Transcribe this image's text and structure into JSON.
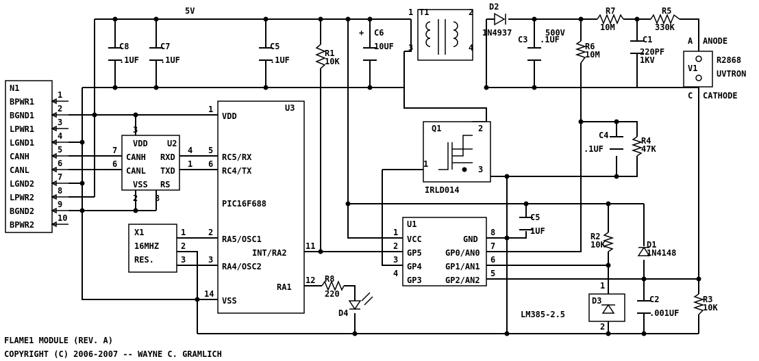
{
  "rails": {
    "supply": "5V"
  },
  "connector": {
    "ref": "N1",
    "pins": [
      {
        "num": "1",
        "name": "BPWR1"
      },
      {
        "num": "2",
        "name": "BGND1"
      },
      {
        "num": "3",
        "name": "LPWR1"
      },
      {
        "num": "4",
        "name": "LGND1"
      },
      {
        "num": "5",
        "name": "CANH"
      },
      {
        "num": "6",
        "name": "CANL"
      },
      {
        "num": "7",
        "name": "LGND2"
      },
      {
        "num": "8",
        "name": "LPWR2"
      },
      {
        "num": "9",
        "name": "BGND2"
      },
      {
        "num": "10",
        "name": "BPWR2"
      }
    ]
  },
  "caps": {
    "c8": {
      "ref": "C8",
      "value": ".1UF"
    },
    "c7": {
      "ref": "C7",
      "value": ".1UF"
    },
    "c5a": {
      "ref": "C5",
      "value": ".1UF"
    },
    "c6": {
      "ref": "C6",
      "value": "10UF",
      "polarity": "+"
    },
    "c3": {
      "ref": "C3",
      "value": ".1UF",
      "voltage": "500V"
    },
    "c1": {
      "ref": "C1",
      "value": "220PF",
      "voltage": "1KV"
    },
    "c4": {
      "ref": "C4",
      "value": ".1UF"
    },
    "c5b": {
      "ref": "C5",
      "value": "1UF"
    },
    "c2": {
      "ref": "C2",
      "value": ".001UF"
    }
  },
  "resistors": {
    "r1": {
      "ref": "R1",
      "value": "10K"
    },
    "r7": {
      "ref": "R7",
      "value": "10M"
    },
    "r5": {
      "ref": "R5",
      "value": "330K"
    },
    "r6": {
      "ref": "R6",
      "value": "10M"
    },
    "r4": {
      "ref": "R4",
      "value": "47K"
    },
    "r2": {
      "ref": "R2",
      "value": "10K"
    },
    "r3": {
      "ref": "R3",
      "value": "10K"
    },
    "r8": {
      "ref": "R8",
      "value": "220"
    }
  },
  "transformer": {
    "ref": "T1",
    "pins": [
      "1",
      "2",
      "3",
      "4"
    ]
  },
  "diodes": {
    "d2": {
      "ref": "D2",
      "part": "1N4937"
    },
    "d1": {
      "ref": "D1",
      "part": "1N4148"
    },
    "d4": {
      "ref": "D4"
    },
    "d3": {
      "ref": "D3",
      "part": "LM385-2.5",
      "pins": [
        "1",
        "2"
      ]
    }
  },
  "tube": {
    "ref": "V1",
    "part": "R2868",
    "type": "UVTRON",
    "anode_letter": "A",
    "anode": "ANODE",
    "cathode_letter": "C",
    "cathode": "CATHODE"
  },
  "mosfet": {
    "ref": "Q1",
    "part": "IRLD014",
    "pins": [
      "1",
      "2",
      "3"
    ]
  },
  "u2": {
    "ref": "U2",
    "vdd": "VDD",
    "vss": "VSS",
    "rs": "RS",
    "canh": "CANH",
    "canl": "CANL",
    "rxd": "RXD",
    "txd": "TXD",
    "pin_vdd": "3",
    "pin_canh": "7",
    "pin_canl": "6",
    "pin_rxd": "4",
    "pin_txd": "1",
    "pin_vss": "2",
    "pin_rs": "8"
  },
  "u3": {
    "ref": "U3",
    "part": "PIC16F688",
    "vdd": "VDD",
    "rx": "RC5/RX",
    "tx": "RC4/TX",
    "osc1": "RA5/OSC1",
    "int": "INT/RA2",
    "osc2": "RA4/OSC2",
    "ra1": "RA1",
    "vss": "VSS",
    "pin_vdd": "1",
    "pin_rx": "5",
    "pin_tx": "6",
    "pin_osc1": "2",
    "pin_int": "11",
    "pin_osc2": "3",
    "pin_ra1": "12",
    "pin_vss": "14"
  },
  "x1": {
    "ref": "X1",
    "freq": "16MHZ",
    "type": "RES.",
    "pins": [
      "1",
      "2",
      "3"
    ]
  },
  "u1": {
    "ref": "U1",
    "vcc": "VCC",
    "gp5": "GP5",
    "gp4": "GP4",
    "gp3": "GP3",
    "gnd": "GND",
    "gp0": "GP0/AN0",
    "gp1": "GP1/AN1",
    "gp2": "GP2/AN2",
    "pin_vcc": "1",
    "pin_gp5": "2",
    "pin_gp4": "3",
    "pin_gp3": "4",
    "pin_gnd": "8",
    "pin_gp0": "7",
    "pin_gp1": "6",
    "pin_gp2": "5"
  },
  "footer": {
    "title": "FLAME1 MODULE (REV. A)",
    "copyright": "COPYRIGHT (C) 2006-2007 -- WAYNE C. GRAMLICH"
  }
}
